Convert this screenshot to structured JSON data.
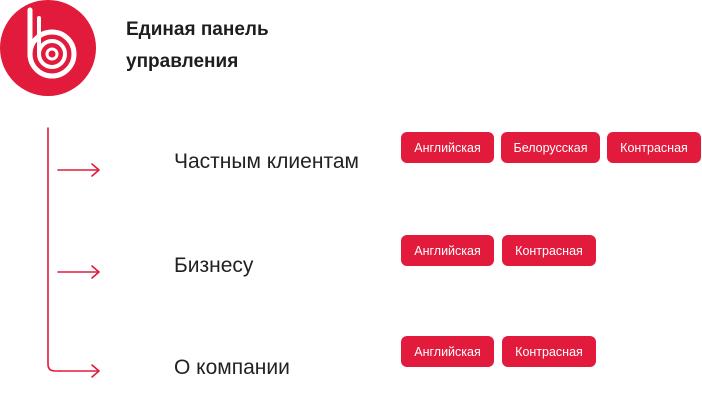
{
  "header": {
    "logo_icon": "brand-logo-icon",
    "title_line1": "Единая панель",
    "title_line2": "управления"
  },
  "colors": {
    "accent": "#e21a3c",
    "text": "#222222"
  },
  "sections": [
    {
      "label": "Частным клиентам",
      "chips": [
        "Английская",
        "Белорусская",
        "Контрасная"
      ]
    },
    {
      "label": "Бизнесу",
      "chips": [
        "Английская",
        "Контрасная"
      ]
    },
    {
      "label": "О компании",
      "chips": [
        "Английская",
        "Контрасная"
      ]
    }
  ]
}
